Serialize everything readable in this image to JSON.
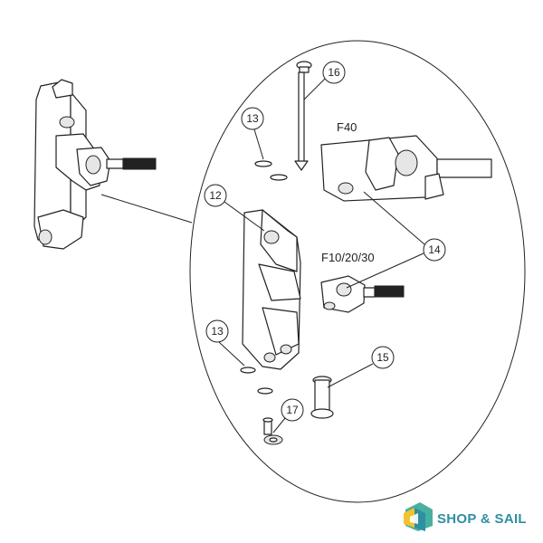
{
  "diagram": {
    "callouts": {
      "c16": "16",
      "c13a": "13",
      "c12": "12",
      "c14": "14",
      "c13b": "13",
      "c15": "15",
      "c17": "17"
    },
    "models": {
      "f40": "F40",
      "f10": "F10/20/30"
    }
  },
  "logo": {
    "word_shop": "SHOP",
    "word_amp": "&",
    "word_sail": "SAIL",
    "colors": {
      "primary": "#2f8fa3",
      "accent": "#f2c230",
      "secondary": "#48b0a0"
    }
  }
}
